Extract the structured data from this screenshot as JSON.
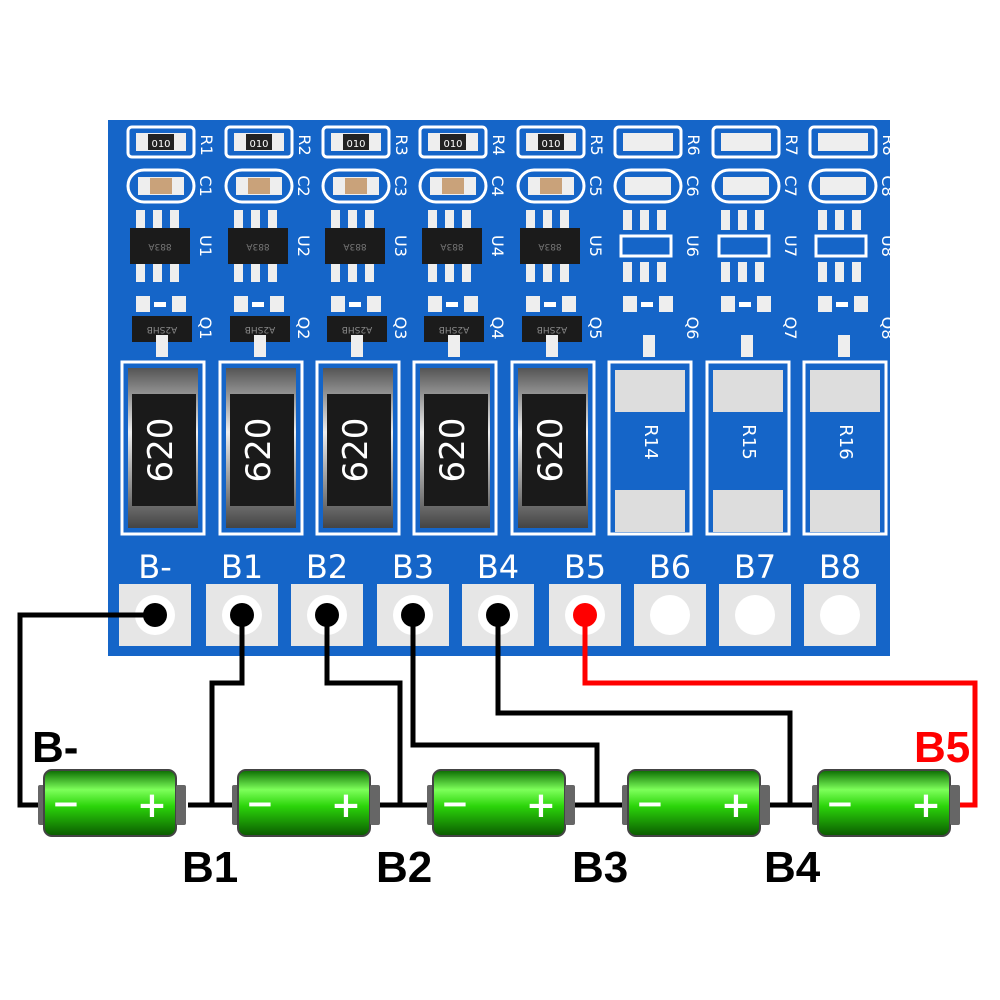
{
  "board": {
    "color": "#1565c8",
    "pad_labels": [
      "B-",
      "B1",
      "B2",
      "B3",
      "B4",
      "B5",
      "B6",
      "B7",
      "B8"
    ],
    "channels": [
      {
        "resistor_mark": "010",
        "ic": "U1",
        "ic_mark": "883A",
        "mos": "Q1",
        "mos_mark": "A2SHB",
        "shunt": "620",
        "cap": "C1",
        "r": "R1"
      },
      {
        "resistor_mark": "010",
        "ic": "U2",
        "ic_mark": "883A",
        "mos": "Q2",
        "mos_mark": "A2SHB",
        "shunt": "620",
        "cap": "C2",
        "r": "R2"
      },
      {
        "resistor_mark": "010",
        "ic": "U3",
        "ic_mark": "883A",
        "mos": "Q3",
        "mos_mark": "A2SHB",
        "shunt": "620",
        "cap": "C3",
        "r": "R3"
      },
      {
        "resistor_mark": "010",
        "ic": "U4",
        "ic_mark": "883A",
        "mos": "Q4",
        "mos_mark": "A2SHB",
        "shunt": "620",
        "cap": "C4",
        "r": "R4"
      },
      {
        "resistor_mark": "010",
        "ic": "U5",
        "ic_mark": "883A",
        "mos": "Q5",
        "mos_mark": "A2SHB",
        "shunt": "620",
        "cap": "C5",
        "r": "R5"
      },
      {
        "resistor_mark": "",
        "ic": "U6",
        "ic_mark": "",
        "mos": "Q6",
        "mos_mark": "",
        "shunt": "R14",
        "cap": "C6",
        "r": "R6"
      },
      {
        "resistor_mark": "",
        "ic": "U7",
        "ic_mark": "",
        "mos": "Q7",
        "mos_mark": "",
        "shunt": "R15",
        "cap": "C7",
        "r": "R7"
      },
      {
        "resistor_mark": "",
        "ic": "U8",
        "ic_mark": "",
        "mos": "Q8",
        "mos_mark": "",
        "shunt": "R16",
        "cap": "C8",
        "r": "R8"
      }
    ]
  },
  "wiring": {
    "wire_color": "#000000",
    "highlight_color": "#ff0000",
    "battery_color": "#22d400",
    "battery_count": 5,
    "battery_minus": "−",
    "battery_plus": "+",
    "labels": {
      "bminus": "B-",
      "b1": "B1",
      "b2": "B2",
      "b3": "B3",
      "b4": "B4",
      "b5": "B5"
    }
  }
}
